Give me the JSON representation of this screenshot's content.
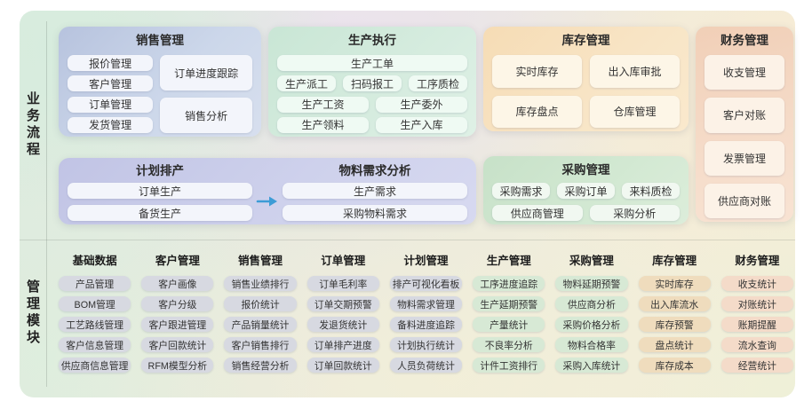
{
  "left_labels": {
    "top": "业务流程",
    "bottom": "管理模块"
  },
  "business_flow": {
    "sales": {
      "title": "销售管理",
      "left_items": [
        "报价管理",
        "客户管理",
        "订单管理",
        "发货管理"
      ],
      "right_items": [
        "订单进度跟踪",
        "销售分析"
      ]
    },
    "production": {
      "title": "生产执行",
      "rows": [
        [
          "生产工单"
        ],
        [
          "生产派工",
          "扫码报工",
          "工序质检"
        ],
        [
          "生产工资",
          "生产委外"
        ],
        [
          "生产领料",
          "生产入库"
        ]
      ]
    },
    "inventory": {
      "title": "库存管理",
      "items": [
        "实时库存",
        "出入库审批",
        "库存盘点",
        "仓库管理"
      ]
    },
    "finance": {
      "title": "财务管理",
      "items": [
        "收支管理",
        "客户对账",
        "发票管理",
        "供应商对账"
      ]
    },
    "planning": {
      "title": "计划排产",
      "items": [
        "订单生产",
        "备货生产"
      ]
    },
    "material": {
      "title": "物料需求分析",
      "items": [
        "生产需求",
        "采购物料需求"
      ]
    },
    "procurement": {
      "title": "采购管理",
      "rows": [
        [
          "采购需求",
          "采购订单",
          "来料质检"
        ],
        [
          "供应商管理",
          "采购分析"
        ]
      ]
    }
  },
  "modules": {
    "columns": [
      {
        "title": "基础数据",
        "theme": "gray",
        "items": [
          "产品管理",
          "BOM管理",
          "工艺路线管理",
          "客户信息管理",
          "供应商信息管理"
        ]
      },
      {
        "title": "客户管理",
        "theme": "gray",
        "items": [
          "客户画像",
          "客户分级",
          "客户跟进管理",
          "客户回款统计",
          "RFM模型分析"
        ]
      },
      {
        "title": "销售管理",
        "theme": "gray",
        "items": [
          "销售业绩排行",
          "报价统计",
          "产品销量统计",
          "客户销售排行",
          "销售经营分析"
        ]
      },
      {
        "title": "订单管理",
        "theme": "gray",
        "items": [
          "订单毛利率",
          "订单交期预警",
          "发退货统计",
          "订单排产进度",
          "订单回款统计"
        ]
      },
      {
        "title": "计划管理",
        "theme": "gray",
        "items": [
          "排产可视化看板",
          "物料需求管理",
          "备料进度追踪",
          "计划执行统计",
          "人员负荷统计"
        ]
      },
      {
        "title": "生产管理",
        "theme": "green",
        "items": [
          "工序进度追踪",
          "生产延期预警",
          "产量统计",
          "不良率分析",
          "计件工资排行"
        ]
      },
      {
        "title": "采购管理",
        "theme": "green",
        "items": [
          "物料延期预警",
          "供应商分析",
          "采购价格分析",
          "物料合格率",
          "采购入库统计"
        ]
      },
      {
        "title": "库存管理",
        "theme": "tan",
        "items": [
          "实时库存",
          "出入库流水",
          "库存预警",
          "盘点统计",
          "库存成本"
        ]
      },
      {
        "title": "财务管理",
        "theme": "pink",
        "items": [
          "收支统计",
          "对账统计",
          "账期提醒",
          "流水查询",
          "经营统计"
        ]
      }
    ]
  },
  "colors": {
    "sales_box": "#bcc7e1",
    "production_box": "#cde8d8",
    "inventory_box": "#f6ddb9",
    "finance_box": "#f2d3bd",
    "plan_box": "#c5c8e7",
    "procurement_box": "#cce3cc",
    "module_gray": "#d7d9e1",
    "module_green": "#d7e9d5",
    "module_tan": "#efdcbd",
    "module_pink": "#f4dbc9",
    "arrow": "#3d9cd6"
  }
}
